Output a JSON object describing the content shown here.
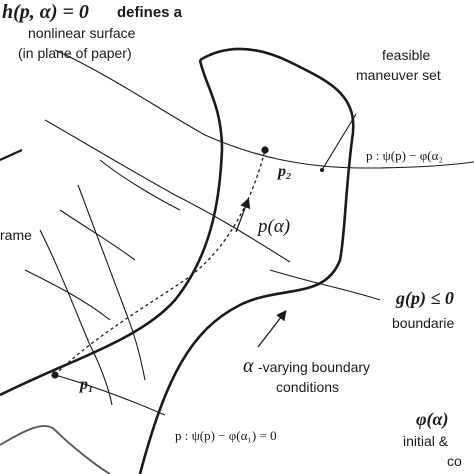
{
  "annotations": {
    "surface_eq": "h(p, α) = 0",
    "surface_eq_tail": " defines a",
    "surface_line2": "nonlinear surface",
    "surface_line3": "(in plane of paper)",
    "feasible_line1": "feasible",
    "feasible_line2": "maneuver set",
    "curve_top": "p : ψ(p) − φ(α₂",
    "curve_bottom": "p : ψ(p) − φ(α₁) = 0",
    "p_alpha": "p(α)",
    "p2": "p₂",
    "p1": "p₁",
    "frame_fragment": "rame",
    "g_constraint": "g(p) ≤ 0",
    "boundary_fragment": "boundarie",
    "alpha_symbol": "α",
    "alpha_line1": "-varying boundary",
    "alpha_line2": "conditions",
    "phi_fragment": "φ(α) ",
    "initial_fragment": "initial &",
    "co_fragment": "co"
  },
  "colors": {
    "ink": "#1a1a1a",
    "background": "#ffffff"
  }
}
